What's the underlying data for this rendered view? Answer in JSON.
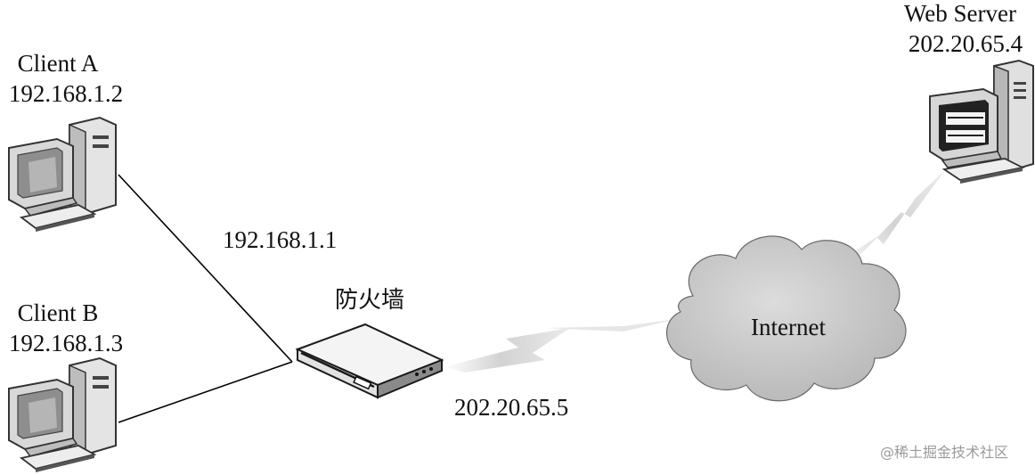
{
  "nodes": {
    "client_a": {
      "name": "Client A",
      "ip": "192.168.1.2"
    },
    "client_b": {
      "name": "Client B",
      "ip": "192.168.1.3"
    },
    "firewall": {
      "name": "防火墙",
      "inner_ip": "192.168.1.1",
      "outer_ip": "202.20.65.5"
    },
    "internet": {
      "name": "Internet"
    },
    "web_server": {
      "name": "Web Server",
      "ip": "202.20.65.4"
    }
  },
  "watermark": "@稀土掘金技术社区",
  "icons": [
    "client-a-computer-icon",
    "client-b-computer-icon",
    "firewall-device-icon",
    "internet-cloud-icon",
    "web-server-computer-icon",
    "lightning-link-icon"
  ],
  "colors": {
    "line": "#000000",
    "cloud_fill": "#c9c9c9",
    "lightning": "#d2d2d2",
    "device_dark": "#333333",
    "watermark": "#9a9a9a"
  }
}
